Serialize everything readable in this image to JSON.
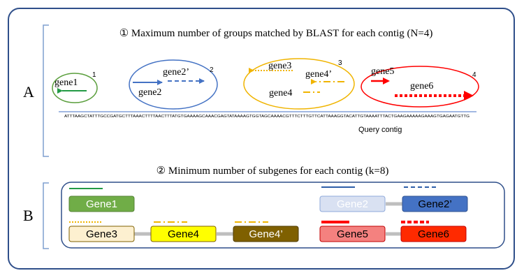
{
  "panel_a": {
    "letter": "A",
    "title": "① Maximum number of groups matched by BLAST for each contig (N=4)",
    "groups": [
      {
        "number": "1",
        "genes": [
          "gene1"
        ]
      },
      {
        "number": "2",
        "genes": [
          "gene2’",
          "gene2"
        ]
      },
      {
        "number": "3",
        "genes": [
          "gene3",
          "gene4’",
          "gene4"
        ]
      },
      {
        "number": "4",
        "genes": [
          "gene5",
          "gene6"
        ]
      }
    ],
    "sequence": "ATTTAAGCTATTTGCCGATGCTTTAAACTTTTAACTTTATGTGAAAAGCAAACGAGTATAAAAGTGGTAGCAAAACGTTTCTTTGTTCATTAAAGGTACATTGTAAAATTTACTGAAGAAAAAGAAAGTGAGAATGTTG",
    "query_label": "Query contig"
  },
  "panel_b": {
    "letter": "B",
    "title": "② Minimum number of subgenes for each contig (k=8)",
    "boxes": [
      "Gene1",
      "Gene2",
      "Gene2’",
      "Gene3",
      "Gene4",
      "Gene4’",
      "Gene5",
      "Gene6"
    ]
  },
  "colors": {
    "green": "#5a9e3c",
    "green_dark": "#239a45",
    "blue": "#4472c4",
    "blue_light": "#d9e1f2",
    "blue_dark": "#2e5fa8",
    "yellow": "#ffff00",
    "orange": "#f0b400",
    "cream": "#fdf0d0",
    "brown": "#7f6000",
    "red": "#ff0000",
    "salmon": "#f4817f",
    "red_box": "#ff2a00",
    "frame": "#2f4f8a",
    "bracket": "#7f9fcf",
    "connector": "#bfbfbf"
  }
}
